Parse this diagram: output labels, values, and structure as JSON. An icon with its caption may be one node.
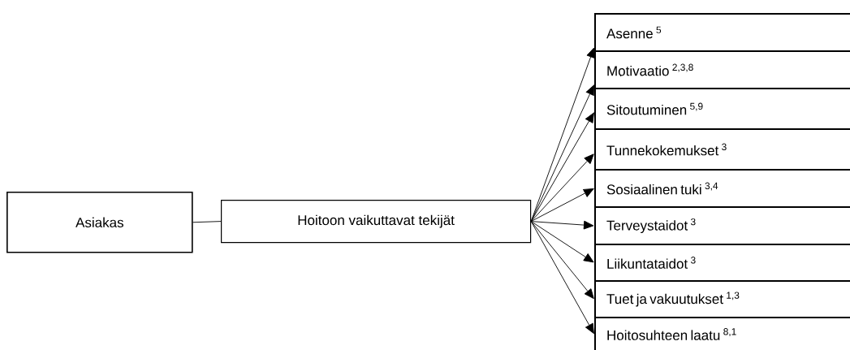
{
  "diagram": {
    "nodes": [
      {
        "text": [
          "Asiakas"
        ]
      },
      {
        "text": [
          "Hoitoon vaikuttavat tekijät"
        ]
      },
      {
        "text": [
          "Asenne $^{5}$"
        ]
      },
      {
        "text": [
          "Motivaatio $^{2,3,8}$"
        ]
      },
      {
        "text": [
          "Sitoutuminen $^{5,9}$"
        ]
      },
      {
        "text": [
          "Tunnekokemukset $^{3}$"
        ]
      },
      {
        "text": [
          "Sosiaalinen tuki $^{3,4}$"
        ]
      },
      {
        "text": [
          "Terveystaidot $^{3}$"
        ]
      },
      {
        "text": [
          "Liikuntataidot $^{3}$"
        ]
      },
      {
        "text": [
          "Tuet ja vakuutukset $^{1,3}$"
        ]
      },
      {
        "text": [
          "Hoitosuhteen laatu $^{8,1}$"
        ]
      }
    ],
    "edges": [
      {
        "from": 0,
        "to": 1,
        "arrow": "none"
      },
      {
        "from": 1,
        "to": 2,
        "arrow": "to"
      },
      {
        "from": 1,
        "to": 3,
        "arrow": "to"
      },
      {
        "from": 1,
        "to": 4,
        "arrow": "to"
      },
      {
        "from": 1,
        "to": 5,
        "arrow": "to"
      },
      {
        "from": 1,
        "to": 6,
        "arrow": "to"
      },
      {
        "from": 1,
        "to": 7,
        "arrow": "to"
      },
      {
        "from": 1,
        "to": 8,
        "arrow": "to"
      },
      {
        "from": 1,
        "to": 9,
        "arrow": "to"
      },
      {
        "from": 1,
        "to": 10,
        "arrow": "to"
      }
    ]
  }
}
